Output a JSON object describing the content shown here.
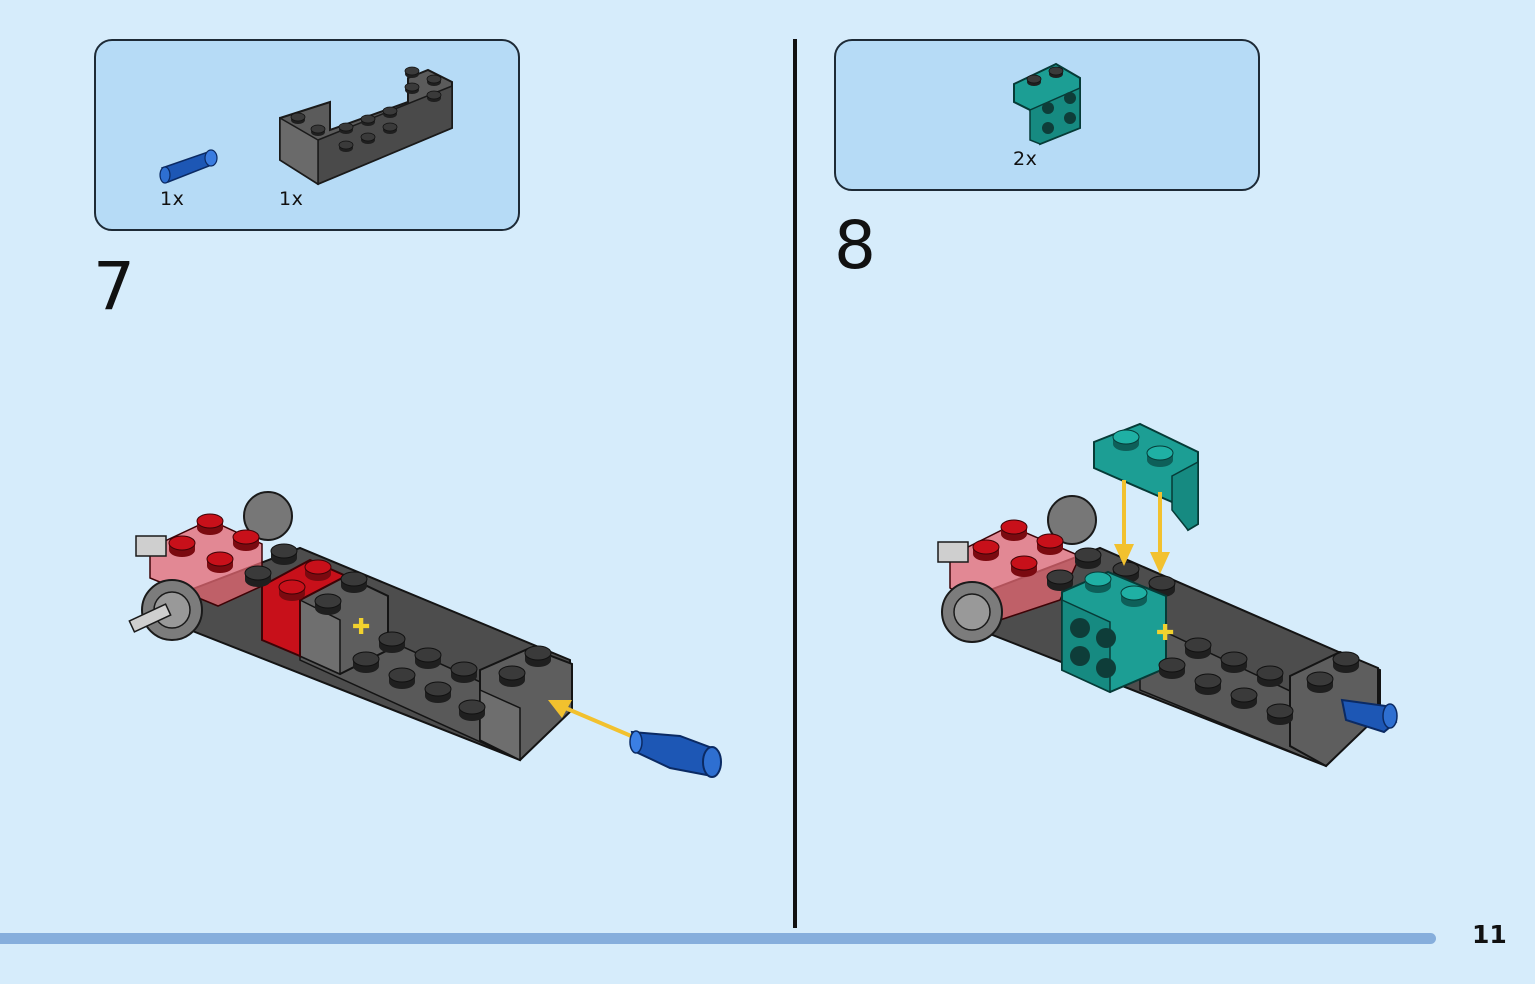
{
  "colors": {
    "background": "#d6ecfb",
    "parts_box": "#b6dbf6",
    "brick_dark_gray": "#5b5b5b",
    "brick_red": "#c8101a",
    "brick_teal": "#1c9e94",
    "pin_blue": "#1d57b5",
    "arrow_yellow": "#f2c12e"
  },
  "step7": {
    "number": "7",
    "parts": [
      {
        "qty": "1x",
        "icon": "blue-pin-icon"
      },
      {
        "qty": "1x",
        "icon": "gray-u-brick-icon"
      }
    ]
  },
  "step8": {
    "number": "8",
    "parts": [
      {
        "qty": "2x",
        "icon": "teal-bracket-icon"
      }
    ]
  },
  "footer": {
    "page_number": "11",
    "progress": 1.0
  }
}
